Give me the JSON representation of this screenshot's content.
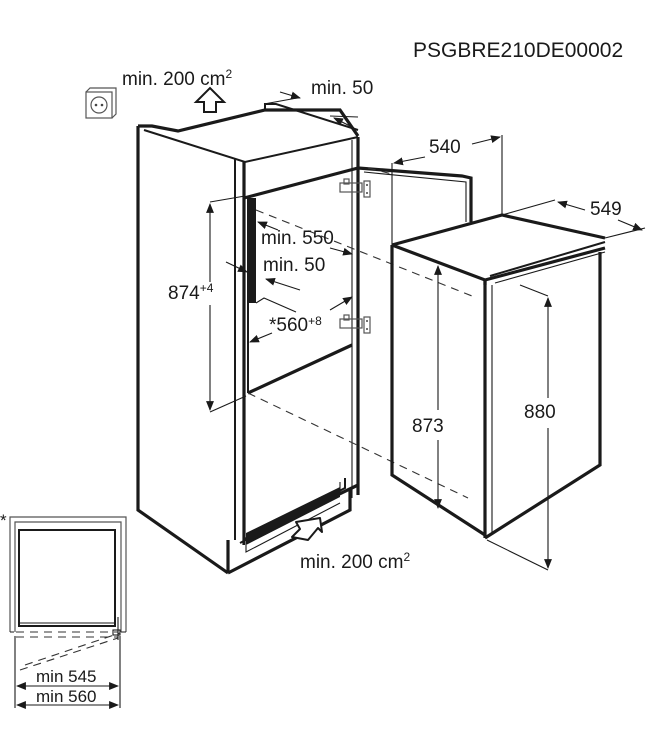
{
  "diagram": {
    "document_code": "PSGBRE210DE00002",
    "colors": {
      "line": "#1a1a1a",
      "background": "#ffffff"
    },
    "icons": {
      "power_socket": "power-socket-icon",
      "airflow_up_arrow": "airflow-up-arrow-icon",
      "airflow_in_arrow": "airflow-in-arrow-icon",
      "door_hinge": "door-hinge-icon"
    },
    "niche": {
      "top_vent": {
        "prefix": "min. 200 cm",
        "sup": "2"
      },
      "top_clearance": "min. 50",
      "height": {
        "value": "874",
        "sup": "+4"
      },
      "depth": "min. 550",
      "back_gap": "min. 50",
      "width": {
        "prefix": "*",
        "value": "560",
        "sup": "+8"
      },
      "bottom_vent": {
        "prefix": "min. 200 cm",
        "sup": "2"
      }
    },
    "appliance": {
      "width": "540",
      "depth": "549",
      "body_height": "873",
      "total_height": "880"
    },
    "plan_view": {
      "footnote_marker": "*",
      "min_inner_width": "min 545",
      "min_outer_width": "min 560"
    }
  }
}
